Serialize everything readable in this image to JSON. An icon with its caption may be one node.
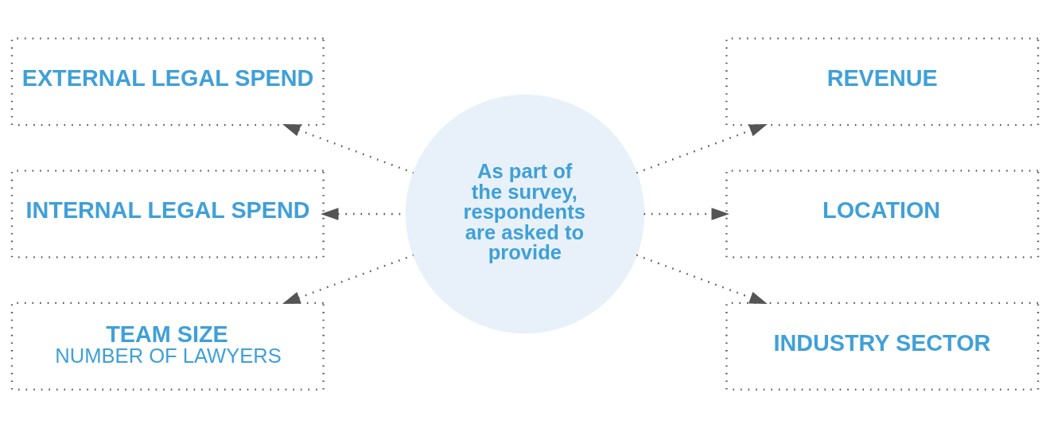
{
  "diagram": {
    "nodes": [
      {
        "text": [
          "As part of the survey, respondents are asked to provide"
        ]
      },
      {
        "text": [
          "EXTERNAL LEGAL SPEND"
        ]
      },
      {
        "text": [
          "REVENUE"
        ]
      },
      {
        "text": [
          "INTERNAL LEGAL SPEND"
        ]
      },
      {
        "text": [
          "LOCATION"
        ]
      },
      {
        "text": [
          "TEAM SIZE",
          "NUMBER OF LAWYERS"
        ]
      },
      {
        "text": [
          "INDUSTRY SECTOR"
        ]
      }
    ],
    "edges": [
      {
        "from": 0,
        "to": 1,
        "arrow": "to"
      },
      {
        "from": 0,
        "to": 2,
        "arrow": "to"
      },
      {
        "from": 0,
        "to": 3,
        "arrow": "to"
      },
      {
        "from": 0,
        "to": 4,
        "arrow": "to"
      },
      {
        "from": 0,
        "to": 5,
        "arrow": "to"
      },
      {
        "from": 0,
        "to": 6,
        "arrow": "to"
      }
    ]
  }
}
